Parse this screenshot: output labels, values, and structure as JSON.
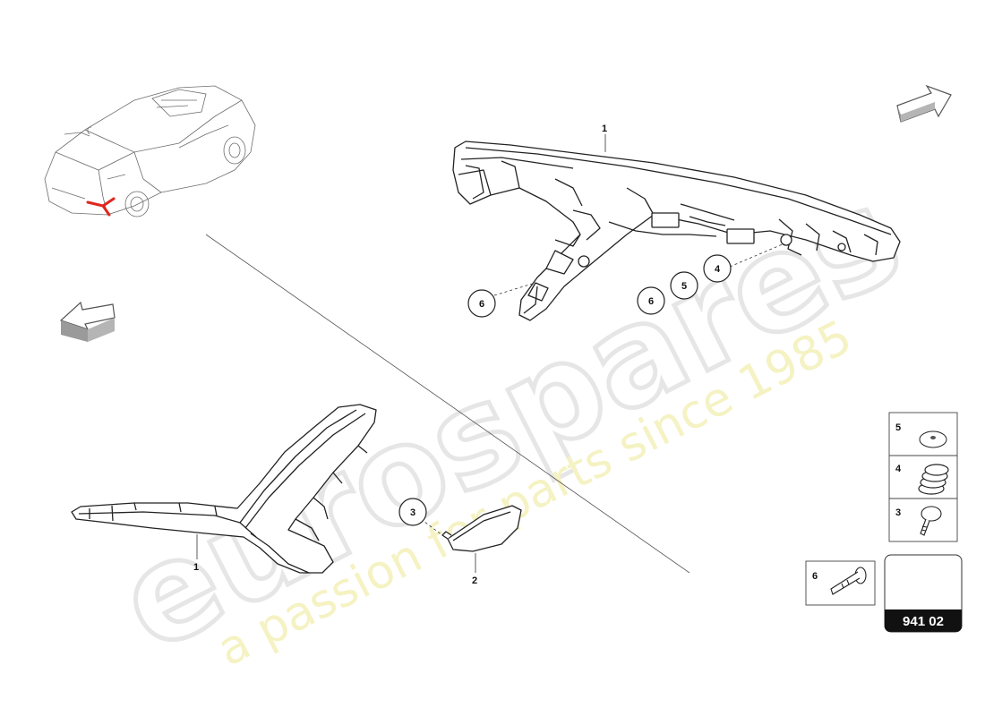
{
  "watermark": {
    "brand": "eurospares",
    "tagline": "a passion for parts since 1985"
  },
  "callouts": {
    "top_part": "1",
    "bottom_part": "1",
    "lens_part": "2",
    "screw_circle_lens": "3",
    "circle_4": "4",
    "circle_5": "5",
    "circle_6a": "6",
    "circle_6b": "6"
  },
  "legend": {
    "items": [
      {
        "number": "5",
        "name": "washer"
      },
      {
        "number": "4",
        "name": "spring"
      },
      {
        "number": "3",
        "name": "screw"
      },
      {
        "number": "6",
        "name": "bolt"
      }
    ]
  },
  "diagram_code": "941 02",
  "colors": {
    "highlight": "#e0261c",
    "watermark_grey": "#e6e6e6",
    "watermark_yellow": "#f3f0b6",
    "line": "#222222",
    "label_bg": "#111111"
  }
}
